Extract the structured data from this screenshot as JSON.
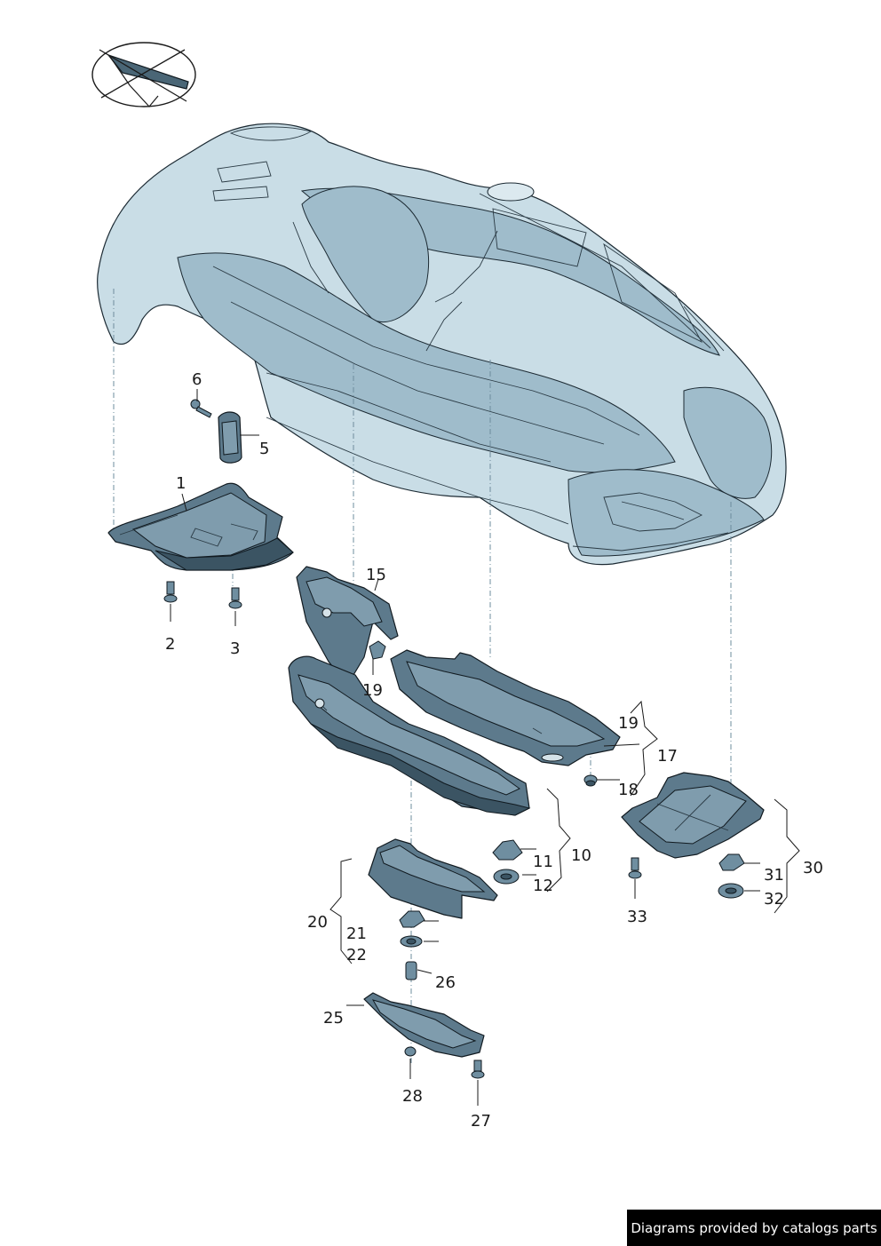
{
  "callouts": {
    "c1": "1",
    "c2": "2",
    "c3": "3",
    "c5": "5",
    "c6": "6",
    "c10": "10",
    "c11": "11",
    "c12": "12",
    "c15": "15",
    "c17": "17",
    "c18": "18",
    "c19a": "19",
    "c19b": "19",
    "c20": "20",
    "c21": "21",
    "c22": "22",
    "c25": "25",
    "c26": "26",
    "c27": "27",
    "c28": "28",
    "c30": "30",
    "c31": "31",
    "c32": "32",
    "c33": "33"
  },
  "icons": {
    "orientation": "crossed-out-view-icon",
    "vehicle": "vehicle-underbody-illustration"
  },
  "credit": "Diagrams provided by catalogs parts",
  "colors": {
    "car_body": "#c9dde6",
    "part_fill": "#5d7a8c",
    "outline": "#111a20",
    "credit_bg": "#000000",
    "credit_text": "#ffffff"
  }
}
